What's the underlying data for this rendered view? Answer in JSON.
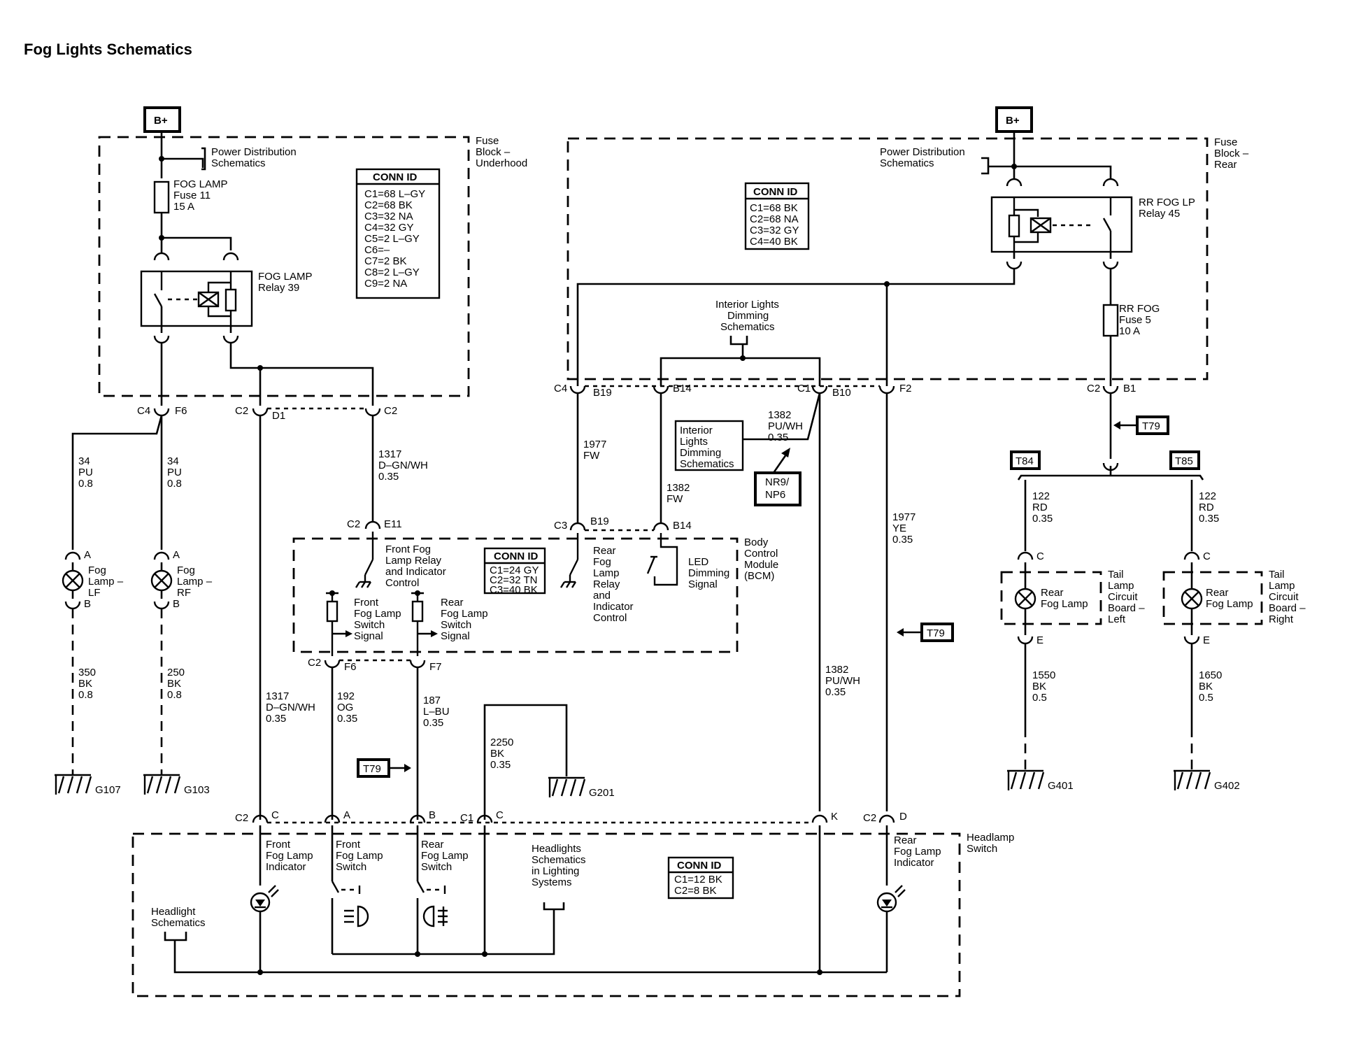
{
  "title": "Fog Lights Schematics",
  "power": {
    "bplus_left": "B+",
    "bplus_right": "B+"
  },
  "fuse_block_underhood": {
    "label": [
      "Fuse",
      "Block –",
      "Underhood"
    ],
    "power_dist": [
      "Power Distribution",
      "Schematics"
    ],
    "fuse": [
      "FOG LAMP",
      "Fuse 11",
      "15 A"
    ],
    "relay": [
      "FOG LAMP",
      "Relay 39"
    ],
    "conn": {
      "title": "CONN ID",
      "rows": [
        "C1=68 L–GY",
        "C2=68 BK",
        "C3=32 NA",
        "C4=32 GY",
        "C5=2 L–GY",
        "C6=–",
        "C7=2 BK",
        "C8=2 L–GY",
        "C9=2 NA"
      ]
    }
  },
  "fuse_block_rear": {
    "label": [
      "Fuse",
      "Block –",
      "Rear"
    ],
    "power_dist": [
      "Power Distribution",
      "Schematics"
    ],
    "relay": [
      "RR FOG LP",
      "Relay 45"
    ],
    "fuse": [
      "RR FOG",
      "Fuse 5",
      "10 A"
    ],
    "interior": [
      "Interior Lights",
      "Dimming",
      "Schematics"
    ],
    "conn": {
      "title": "CONN ID",
      "rows": [
        "C1=68 BK",
        "C2=68 NA",
        "C3=32 GY",
        "C4=40 BK"
      ]
    }
  },
  "bcm": {
    "label": [
      "Body",
      "Control",
      "Module",
      "(BCM)"
    ],
    "front_relay": [
      "Front Fog",
      "Lamp Relay",
      "and Indicator",
      "Control"
    ],
    "front_switch": [
      "Front",
      "Fog Lamp",
      "Switch",
      "Signal"
    ],
    "rear_switch": [
      "Rear",
      "Fog Lamp",
      "Switch",
      "Signal"
    ],
    "rear_relay": [
      "Rear",
      "Fog",
      "Lamp",
      "Relay",
      "and",
      "Indicator",
      "Control"
    ],
    "led": [
      "LED",
      "Dimming",
      "Signal"
    ],
    "conn": {
      "title": "CONN ID",
      "rows": [
        "C1=24 GY",
        "C2=32 TN",
        "C3=40 BK"
      ]
    }
  },
  "headlamp_switch": {
    "label": [
      "Headlamp",
      "Switch"
    ],
    "front_indicator": [
      "Front",
      "Fog Lamp",
      "Indicator"
    ],
    "front_switch": [
      "Front",
      "Fog Lamp",
      "Switch"
    ],
    "rear_switch": [
      "Rear",
      "Fog Lamp",
      "Switch"
    ],
    "headlights": [
      "Headlights",
      "Schematics",
      "in Lighting",
      "Systems"
    ],
    "headlight_sch": [
      "Headlight",
      "Schematics"
    ],
    "rear_indicator": [
      "Rear",
      "Fog Lamp",
      "Indicator"
    ],
    "conn": {
      "title": "CONN ID",
      "rows": [
        "C1=12 BK",
        "C2=8 BK"
      ]
    }
  },
  "interior_box": [
    "Interior",
    "Lights",
    "Dimming",
    "Schematics"
  ],
  "nr9": [
    "NR9/",
    "NP6"
  ],
  "refs": {
    "t79": "T79",
    "t84": "T84",
    "t85": "T85"
  },
  "lamps": {
    "lf": [
      "Fog",
      "Lamp –",
      "LF"
    ],
    "rf": [
      "Fog",
      "Lamp –",
      "RF"
    ],
    "rear_fog": [
      "Rear",
      "Fog Lamp"
    ],
    "tail_left": [
      "Tail",
      "Lamp",
      "Circuit",
      "Board –",
      "Left"
    ],
    "tail_right": [
      "Tail",
      "Lamp",
      "Circuit",
      "Board –",
      "Right"
    ]
  },
  "grounds": {
    "g107": "G107",
    "g103": "G103",
    "g201": "G201",
    "g401": "G401",
    "g402": "G402"
  },
  "wires": {
    "w34a": [
      "34",
      "PU",
      "0.8"
    ],
    "w34b": [
      "34",
      "PU",
      "0.8"
    ],
    "w1317a": [
      "1317",
      "D–GN/WH",
      "0.35"
    ],
    "w1977fw": [
      "1977",
      "FW"
    ],
    "w1382fw": [
      "1382",
      "FW"
    ],
    "w1382a": [
      "1382",
      "PU/WH",
      "0.35"
    ],
    "w1977ye": [
      "1977",
      "YE",
      "0.35"
    ],
    "w122a": [
      "122",
      "RD",
      "0.35"
    ],
    "w122b": [
      "122",
      "RD",
      "0.35"
    ],
    "w350": [
      "350",
      "BK",
      "0.8"
    ],
    "w250": [
      "250",
      "BK",
      "0.8"
    ],
    "w1317b": [
      "1317",
      "D–GN/WH",
      "0.35"
    ],
    "w192": [
      "192",
      "OG",
      "0.35"
    ],
    "w187": [
      "187",
      "L–BU",
      "0.35"
    ],
    "w2250": [
      "2250",
      "BK",
      "0.35"
    ],
    "w1382b": [
      "1382",
      "PU/WH",
      "0.35"
    ],
    "w1550": [
      "1550",
      "BK",
      "0.5"
    ],
    "w1650": [
      "1650",
      "BK",
      "0.5"
    ]
  },
  "connectors": {
    "c4": "C4",
    "f6": "F6",
    "c2": "C2",
    "d1": "D1",
    "e11": "E11",
    "f7": "F7",
    "b19": "B19",
    "b14": "B14",
    "c1": "C1",
    "b10": "B10",
    "f2": "F2",
    "b1": "B1",
    "c3": "C3",
    "a": "A",
    "b": "B",
    "c": "C",
    "e": "E",
    "k": "K",
    "d": "D"
  }
}
